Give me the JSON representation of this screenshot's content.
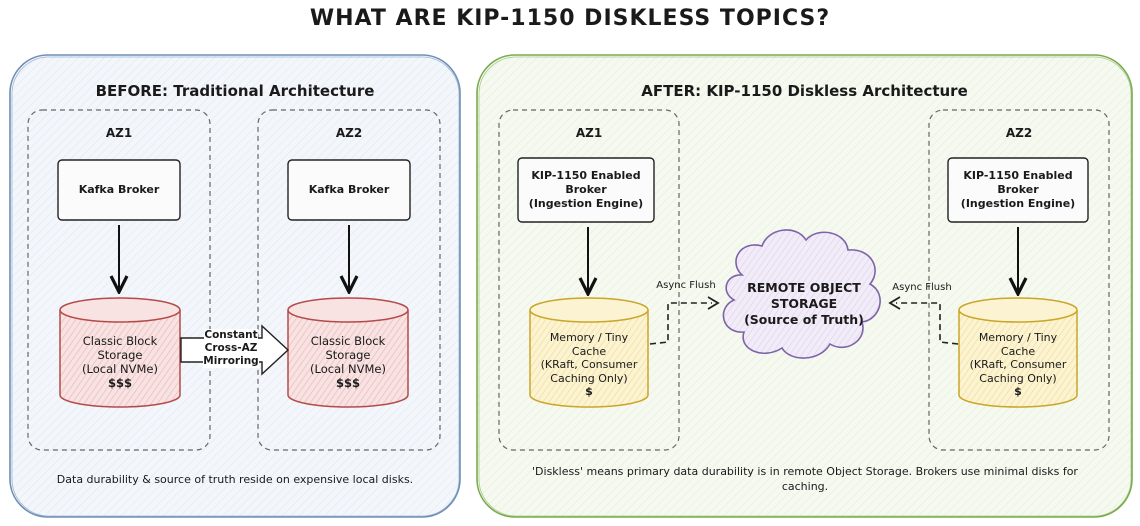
{
  "title": "WHAT ARE KIP-1150 DISKLESS TOPICS?",
  "before": {
    "title": "BEFORE: Traditional Architecture",
    "az1": {
      "label": "AZ1",
      "broker": "Kafka Broker",
      "storage_lines": [
        "Classic Block",
        "Storage",
        "(Local NVMe)"
      ],
      "cost": "$$$"
    },
    "az2": {
      "label": "AZ2",
      "broker": "Kafka Broker",
      "storage_lines": [
        "Classic Block",
        "Storage",
        "(Local NVMe)"
      ],
      "cost": "$$$"
    },
    "mirror_lines": [
      "Constant",
      "Cross-AZ",
      "Mirroring"
    ],
    "caption": "Data durability & source of truth reside on expensive local disks."
  },
  "after": {
    "title": "AFTER: KIP-1150 Diskless Architecture",
    "az1": {
      "label": "AZ1",
      "broker_lines": [
        "KIP-1150 Enabled",
        "Broker",
        "(Ingestion Engine)"
      ],
      "cache_lines": [
        "Memory / Tiny",
        "Cache",
        "(KRaft, Consumer",
        "Caching Only)"
      ],
      "cost": "$"
    },
    "az2": {
      "label": "AZ2",
      "broker_lines": [
        "KIP-1150 Enabled",
        "Broker",
        "(Ingestion Engine)"
      ],
      "cache_lines": [
        "Memory / Tiny",
        "Cache",
        "(KRaft, Consumer",
        "Caching Only)"
      ],
      "cost": "$"
    },
    "remote_lines": [
      "REMOTE OBJECT",
      "STORAGE",
      "(Source of Truth)"
    ],
    "flush_left": "Async Flush",
    "flush_right": "Async Flush",
    "caption_lines": [
      "'Diskless' means primary data durability is in remote Object Storage. Brokers use minimal disks for",
      "caching."
    ]
  },
  "colors": {
    "before_border": "#6f8fb5",
    "before_fill": "#f3f6fb",
    "after_border": "#7aab4e",
    "after_fill": "#f4f8ef",
    "storage_border": "#b54a4a",
    "storage_fill": "#f6dcdc",
    "cache_border": "#c9a628",
    "cache_fill": "#fbf0c8",
    "cloud_border": "#7e63a8",
    "cloud_fill": "#f0eaf7"
  }
}
